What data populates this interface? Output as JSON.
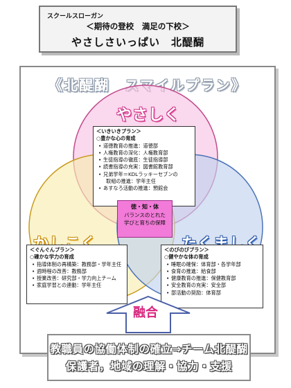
{
  "slogan": {
    "label": "スクールスローガン",
    "line2": "＜期待の登校　満足の下校＞",
    "line3": "やさしさいっぱい　北醍醐"
  },
  "plan": {
    "title": "《北醍醐　スマイルプラン》"
  },
  "circles": {
    "top": {
      "label": "やさしく",
      "color": "#f7c3e3"
    },
    "left": {
      "label": "かしこく",
      "color": "#f8ecb0"
    },
    "right": {
      "label": "たくましく",
      "color": "#c2d3ee"
    }
  },
  "boxes": {
    "ikiiki": {
      "title": "＜いきいきプラン＞",
      "goal": "○豊かな心の育成",
      "items": [
        "道徳教育の推進：道徳部",
        "人権教育の深化：人権教育部",
        "生徒指導の徹底：生徒指導部",
        "読書指導の充実：図書館教育部",
        "兄弟学年＝KDLラッキーセブンの",
        "あすなろ活動の推進：預館会"
      ],
      "item5_cont": "取組の推進：学年主任"
    },
    "kunkun": {
      "title": "＜ぐんぐんプラン＞",
      "goal": "○確かな学力の育成",
      "items": [
        "指導体制の再構築：教務部・学年主任",
        "週時程の改善：教務部",
        "授業改善：研究部・学力向上チーム",
        "家庭学習との連動：学年主任"
      ]
    },
    "nobinobi": {
      "title": "＜のびのびプラン＞",
      "goal": "○健やかな体の育成",
      "items": [
        "睡眠の確保：体育部・各学年部",
        "食育の推進：給食部",
        "健康教育の推進：保健教育部",
        "安全教育の充実：安全部",
        "部活動の奨励：体育部"
      ]
    }
  },
  "center": {
    "line1": "徳・知・体",
    "line2": "バランスのとれた",
    "line3": "学びと育ちの保障"
  },
  "fusion": {
    "label": "融合"
  },
  "bottom": {
    "line1": "教職員の協働体制の確立⇒チーム北醍醐",
    "line2": "保護者，地域の理解・協力・支援"
  }
}
